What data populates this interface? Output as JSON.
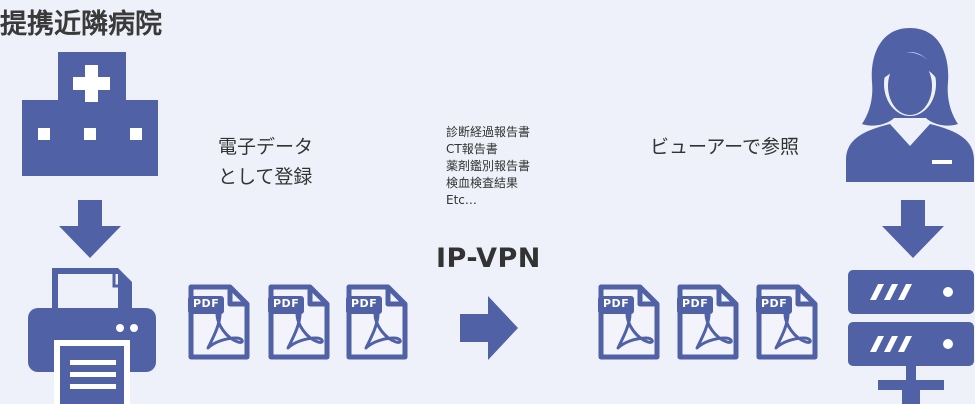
{
  "title": "提携近隣病院",
  "left_label": [
    "電子データ",
    "として登録"
  ],
  "center_list": [
    "診断経過報告書",
    "CT報告書",
    "薬剤鑑別報告書",
    "検血検査結果",
    "Etc…"
  ],
  "network_label": "IP-VPN",
  "right_label": "ビューアーで参照",
  "pdf_badge": "PDF",
  "colors": {
    "primary": "#5061a6",
    "background": "#eef1f9",
    "pdf_fill": "#f2f3fb",
    "text": "#333333"
  }
}
